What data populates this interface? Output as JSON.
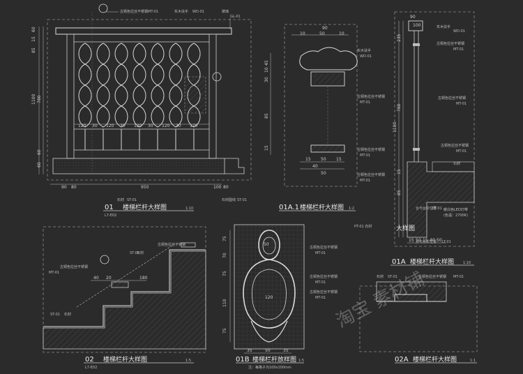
{
  "panels": {
    "p01": {
      "num": "01",
      "title": "楼梯栏杆大样图",
      "scale": "1:10",
      "ref": "L7-E02",
      "dims_bottom": [
        "90",
        "80",
        "950",
        "100",
        "80"
      ],
      "dims_left": [
        "60",
        "15",
        "85",
        "780",
        "1100",
        "60",
        "60"
      ],
      "dims_pattern": [
        "120",
        "30",
        "120",
        "30",
        "120",
        "30",
        "120",
        "30",
        "120"
      ],
      "notes": [
        "古铜色拉丝不锈钢",
        "实木扶手",
        "玻璃",
        "石材",
        "石材圆线"
      ],
      "codes": [
        "MT-01",
        "WD-01",
        "ST-01",
        "GL-01"
      ]
    },
    "p01a1": {
      "num": "01A.1",
      "title": "楼梯栏杆大样图",
      "scale": "1:2",
      "dims_top": [
        "90",
        "10",
        "50",
        "10"
      ],
      "dims_bottom": [
        "15",
        "50",
        "15",
        "40",
        "50"
      ],
      "dims_left": [
        "45",
        "10",
        "30",
        "85",
        "15"
      ],
      "notes": [
        "实木扶手",
        "古铜色拉丝不锈钢",
        "古铜色拉丝不锈钢",
        "古铜色拉丝不锈钢"
      ],
      "codes": [
        "WD-01",
        "MT-01",
        "MT-01",
        "MT-01"
      ]
    },
    "p01a": {
      "num": "01A",
      "title": "楼梯栏杆大样图",
      "scale": "1:10",
      "dims_top": [
        "90",
        "100"
      ],
      "dims_right": [
        "235",
        "780",
        "1100",
        "15",
        "85"
      ],
      "dims_bottom": [
        "15",
        "50",
        "15",
        "40",
        "50"
      ],
      "notes": [
        "实木扶手",
        "古铜色拉丝不锈钢",
        "古铜色拉丝不锈钢",
        "古铜色拉丝不锈钢",
        "石材",
        "暖白色LED灯带",
        "(色温：2700K)",
        "台与台阶位置",
        "台与台阶位置"
      ],
      "codes": [
        "WD-01",
        "MT-01",
        "MT-01",
        "MT-01",
        "ST-01",
        "PT-01",
        "LT-01"
      ],
      "tag": "大样图",
      "tag2": "PT-01 石材"
    },
    "p02": {
      "num": "02",
      "title": "楼梯栏杆大样图",
      "scale": "1:5",
      "ref": "L7-E02",
      "dims": [
        "40",
        "20",
        "180"
      ],
      "notes": [
        "古铜色拉丝不锈钢",
        "石材",
        "古铜色拉丝不锈钢",
        "石材"
      ],
      "codes": [
        "MT-01",
        "ST-01",
        "MT-01",
        "ST-01"
      ]
    },
    "p01b": {
      "num": "01B",
      "title": "楼梯栏杆放样图",
      "scale": "1:5",
      "note": "注：每格子为100x100mm",
      "dims_left": [
        "75",
        "70",
        "75",
        "110",
        "75"
      ],
      "dims_bottom": [
        "35",
        "50",
        "35"
      ],
      "dims_inner": [
        "120",
        "50"
      ],
      "notes": [
        "古铜色拉丝不锈钢",
        "古铜色拉丝不锈钢",
        "古铜色拉丝不锈钢"
      ],
      "codes": [
        "MT-01",
        "MT-01",
        "MT-01"
      ]
    },
    "p02a": {
      "num": "02A",
      "title": "楼梯栏杆大样图",
      "scale": "1:1",
      "notes": [
        "石材",
        "古铜色拉丝不锈钢"
      ],
      "codes": [
        "ST-01",
        "MT-01"
      ]
    }
  },
  "watermark": "淘宝 素材铺",
  "colors": {
    "bg": "#2b2b2b",
    "line": "#d9d9d9",
    "dash": "#9a9a9a",
    "hatch": "#555555"
  }
}
